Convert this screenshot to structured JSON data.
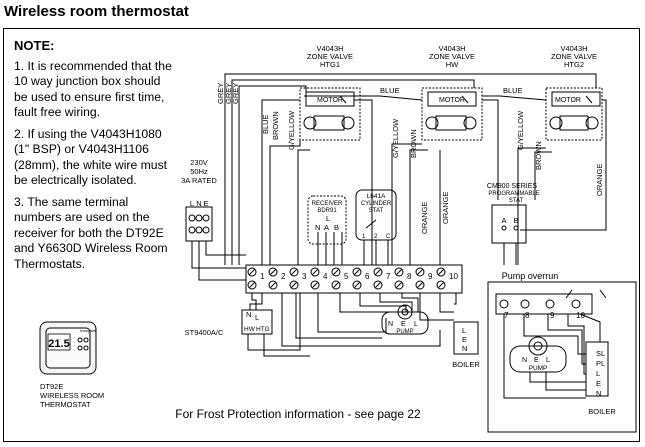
{
  "title": "Wireless room thermostat",
  "note": {
    "heading": "NOTE:",
    "items": [
      "1. It is recommended that the 10 way junction box should be used to ensure first time, fault free wiring.",
      "2. If using the V4043H1080 (1\" BSP) or V4043H1106 (28mm), the white wire must be electrically isolated.",
      "3. The same terminal numbers are used on the receiver for both the DT92E and Y6630D Wireless Room Thermostats."
    ]
  },
  "valves": [
    {
      "model": "V4043H",
      "type": "ZONE VALVE",
      "name": "HTG1",
      "motor": "MOTOR"
    },
    {
      "model": "V4043H",
      "type": "ZONE VALVE",
      "name": "HW",
      "motor": "MOTOR"
    },
    {
      "model": "V4043H",
      "type": "ZONE VALVE",
      "name": "HTG2",
      "motor": "MOTOR"
    }
  ],
  "supply": {
    "volts": "230V",
    "freq": "50Hz",
    "rating": "3A RATED",
    "terms": [
      "L",
      "N",
      "E"
    ]
  },
  "wire_labels": {
    "grey": "GREY",
    "blue": "BLUE",
    "brown": "BROWN",
    "gyellow": "G/YELLOW",
    "orange": "ORANGE"
  },
  "receiver": {
    "line1": "RECEIVER",
    "line2": "BDR91",
    "terms": [
      "L",
      "N",
      "A",
      "B"
    ]
  },
  "cylstat": {
    "model": "L641A",
    "line1": "CYLINDER",
    "line2": "STAT",
    "terms": [
      "1",
      "2",
      "C"
    ]
  },
  "cm": {
    "model": "CM900 SERIES",
    "line1": "PROGRAMMABLE",
    "line2": "STAT",
    "terms": [
      "A",
      "B"
    ]
  },
  "junction_terms": [
    "1",
    "2",
    "3",
    "4",
    "5",
    "6",
    "7",
    "8",
    "9",
    "10"
  ],
  "wiring_centre": {
    "label": "ST9400A/C",
    "terms": [
      "N",
      "L",
      "HW",
      "HTG"
    ]
  },
  "pump": {
    "label": "PUMP",
    "terms": [
      "N",
      "E",
      "L"
    ]
  },
  "boiler": {
    "label": "BOILER",
    "terms": [
      "L",
      "E",
      "N"
    ]
  },
  "pump_overrun": {
    "title": "Pump overrun",
    "terms": [
      "7",
      "8",
      "9",
      "10"
    ],
    "boiler_terms": [
      "SL",
      "PL",
      "L",
      "E",
      "N"
    ],
    "boiler_label": "BOILER",
    "pump_label": "PUMP"
  },
  "thermostat": {
    "model": "DT92E",
    "line1": "WIRELESS ROOM",
    "line2": "THERMOSTAT",
    "display": "21.5",
    "brand": "honeywell"
  },
  "footer": "For Frost Protection information - see page 22"
}
